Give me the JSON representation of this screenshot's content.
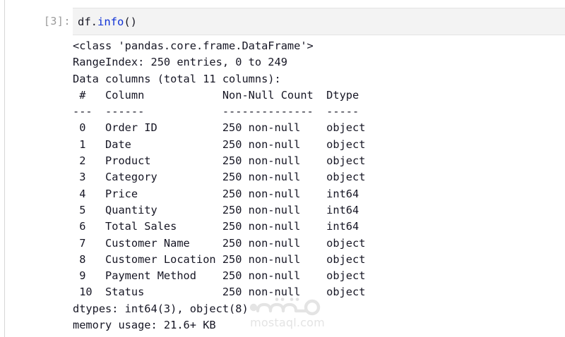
{
  "notebook": {
    "input": {
      "prompt": "[3]:",
      "code_tokens": [
        {
          "text": "df",
          "type": "name"
        },
        {
          "text": ".",
          "type": "punct"
        },
        {
          "text": "info",
          "type": "fn"
        },
        {
          "text": "()",
          "type": "punct"
        }
      ],
      "code_plain": "df.info()"
    },
    "output": {
      "class_line": "<class 'pandas.core.frame.DataFrame'>",
      "range_index": "RangeIndex: 250 entries, 0 to 249",
      "data_columns": "Data columns (total 11 columns):",
      "header": " #   Column            Non-Null Count  Dtype ",
      "separator": "---  ------            --------------  -----",
      "rows": [
        " 0   Order ID          250 non-null    object",
        " 1   Date              250 non-null    object",
        " 2   Product           250 non-null    object",
        " 3   Category          250 non-null    object",
        " 4   Price             250 non-null    int64 ",
        " 5   Quantity          250 non-null    int64 ",
        " 6   Total Sales       250 non-null    int64 ",
        " 7   Customer Name     250 non-null    object",
        " 8   Customer Location 250 non-null    object",
        " 9   Payment Method    250 non-null    object",
        " 10  Status            250 non-null    object"
      ],
      "dtypes": "dtypes: int64(3), object(8)",
      "memory_usage": "memory usage: 21.6+ KB"
    },
    "table_meta": {
      "columns": [
        "#",
        "Column",
        "Non-Null Count",
        "Dtype"
      ],
      "entries": [
        {
          "index": 0,
          "column": "Order ID",
          "non_null": "250 non-null",
          "dtype": "object"
        },
        {
          "index": 1,
          "column": "Date",
          "non_null": "250 non-null",
          "dtype": "object"
        },
        {
          "index": 2,
          "column": "Product",
          "non_null": "250 non-null",
          "dtype": "object"
        },
        {
          "index": 3,
          "column": "Category",
          "non_null": "250 non-null",
          "dtype": "object"
        },
        {
          "index": 4,
          "column": "Price",
          "non_null": "250 non-null",
          "dtype": "int64"
        },
        {
          "index": 5,
          "column": "Quantity",
          "non_null": "250 non-null",
          "dtype": "int64"
        },
        {
          "index": 6,
          "column": "Total Sales",
          "non_null": "250 non-null",
          "dtype": "int64"
        },
        {
          "index": 7,
          "column": "Customer Name",
          "non_null": "250 non-null",
          "dtype": "object"
        },
        {
          "index": 8,
          "column": "Customer Location",
          "non_null": "250 non-null",
          "dtype": "object"
        },
        {
          "index": 9,
          "column": "Payment Method",
          "non_null": "250 non-null",
          "dtype": "object"
        },
        {
          "index": 10,
          "column": "Status",
          "non_null": "250 non-null",
          "dtype": "object"
        }
      ]
    }
  },
  "watermark": {
    "brand_arabic": "مستقل",
    "domain": "mostaql.com"
  },
  "colors": {
    "cell_background": "#f3f3f3",
    "cell_border": "#e3e3e3",
    "prompt_text": "#9a9a9a",
    "code_function": "#0f31d6",
    "output_text": "#161624",
    "watermark": "#e4e4e4",
    "page_background": "#ffffff"
  }
}
